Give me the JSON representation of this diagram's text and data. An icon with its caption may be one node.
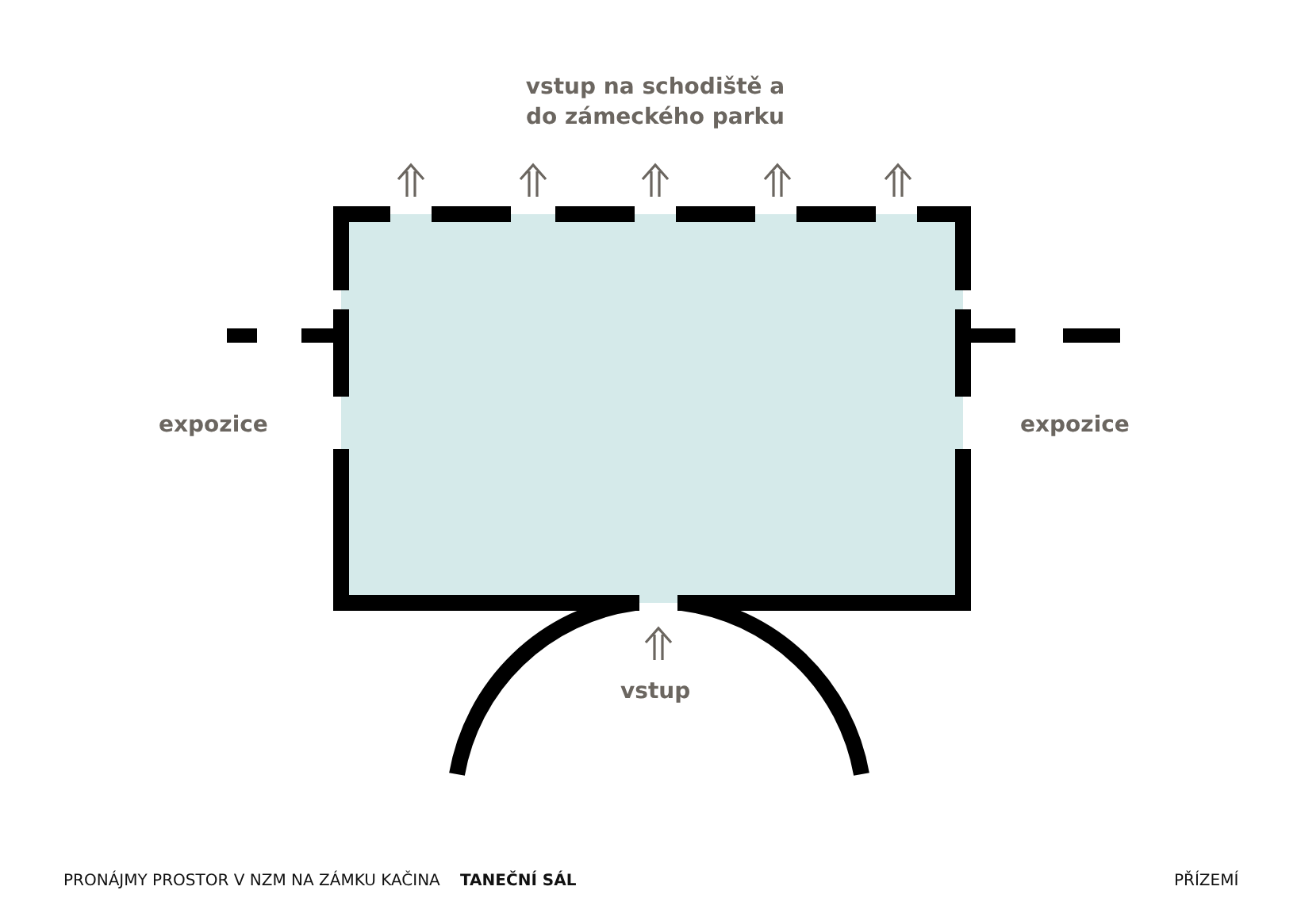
{
  "diagram": {
    "labels": [
      "vstup na schodiště a do zámeckého parku",
      "expozice",
      "expozice",
      "vstup",
      "PRONÁJMY PROSTOR V NZM NA ZÁMKU KAČINA",
      "TANEČNÍ SÁL",
      "PŘÍZEMÍ"
    ]
  }
}
